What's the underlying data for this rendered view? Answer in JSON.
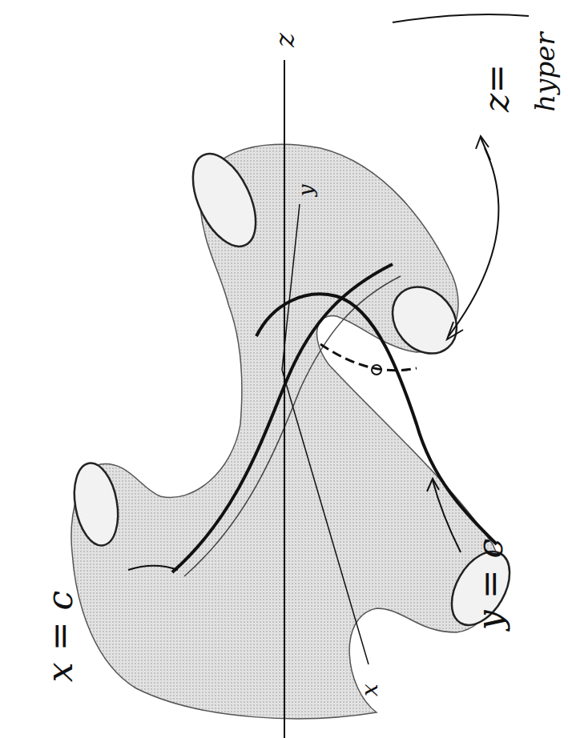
{
  "diagram": {
    "labels": [
      "z",
      "y",
      "x",
      "z=",
      "hyper",
      "y = c",
      "x = c"
    ]
  }
}
